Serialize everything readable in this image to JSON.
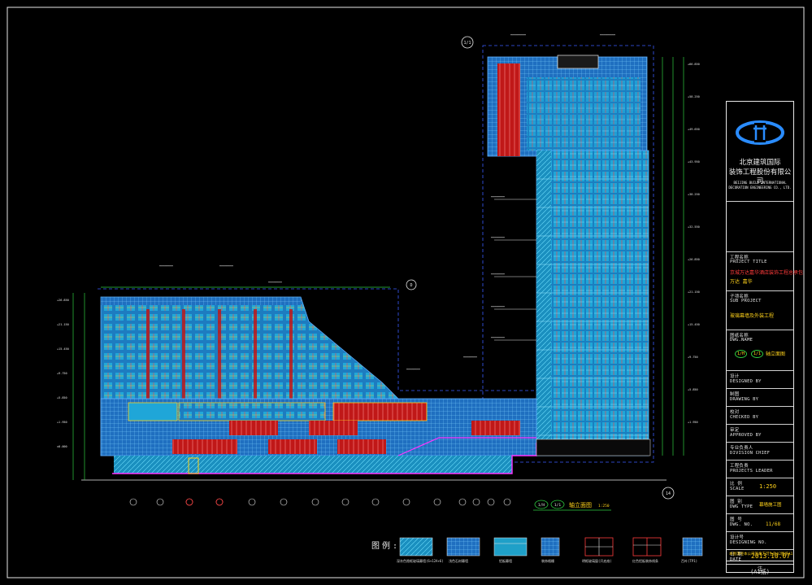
{
  "title_block": {
    "company_cn": "北京建筑国际",
    "company_cn2": "装饰工程股份有限公司",
    "company_en": "BEIJING BUILD INTERNATIONAL",
    "company_en2": "DECORATION ENGINEERING CO., LTD.",
    "project_title_label": "工程名称",
    "project_title_label_en": "PROJECT TITLE",
    "project_title_value": "京城万达嘉华酒店装饰工程总承包",
    "project_title_value2": "万达 嘉华",
    "sub_project_label": "子项名称",
    "sub_project_label_en": "SUB PROJECT",
    "sub_project_value": "玻璃幕墙及外装工程",
    "dwg_name_label": "图纸名称",
    "dwg_name_label_en": "DWG.NAME",
    "dwg_name_axis_a": "1/H",
    "dwg_name_axis_b": "1/1",
    "dwg_name_value": "轴立面图",
    "designed_label": "设计",
    "designed_label_en": "DESIGNED BY",
    "drawing_label": "制图",
    "drawing_label_en": "DRAWING BY",
    "checked_label": "校对",
    "checked_label_en": "CHECKED BY",
    "approved_label": "审定",
    "approved_label_en": "APPROVED BY",
    "division_label": "专业负责人",
    "division_label_en": "DIVISION CHIEF",
    "leader_label": "工程负责",
    "leader_label_en": "PROJECTS LEADER",
    "scale_label": "比  例",
    "scale_label_en": "SCALE",
    "scale_value": "1:250",
    "dwg_type_label": "图  别",
    "dwg_type_label_en": "DWG TYPE",
    "dwg_type_value": "幕墙施工图",
    "dwg_no_label": "图  号",
    "dwg_no_label_en": "DWG. NO.",
    "dwg_no_value": "11/68",
    "design_no_label": "设计号",
    "design_no_label_en": "DESIGNING NO.",
    "date_label": "日  期",
    "date_label_en": "DATE",
    "date_value": "2013.10.07",
    "notice_label": "注",
    "notice_value": "本图须经本公司签章方可生效A2图纸A1",
    "sheet_size": "(A1纸)"
  },
  "drawing": {
    "view_title": "轴立面图",
    "view_axis_a": "1/H",
    "view_axis_b": "1/1",
    "view_scale": "1:250",
    "axis_bubbles": [
      "1/1",
      "1/H",
      "D",
      "14"
    ]
  },
  "legend": {
    "title": "图例:",
    "items": [
      {
        "caption": "深灰色隐框玻璃幕墙(6+12A+6)"
      },
      {
        "caption": "浅色石材幕墙"
      },
      {
        "caption": "铝板幕墙"
      },
      {
        "caption": "装饰格栅"
      },
      {
        "caption": "明框玻璃窗(开启扇)"
      },
      {
        "caption": "红色铝板装饰线条"
      },
      {
        "caption": "百叶(TP1)"
      }
    ]
  },
  "colors": {
    "background": "#000000",
    "glass": "#1fa0c8",
    "panel": "#2b7fd4",
    "accent_red": "#ff2a2a",
    "accent_yellow": "#ffd21a",
    "accent_magenta": "#ff33ff",
    "frame": "#e8e8e8"
  }
}
